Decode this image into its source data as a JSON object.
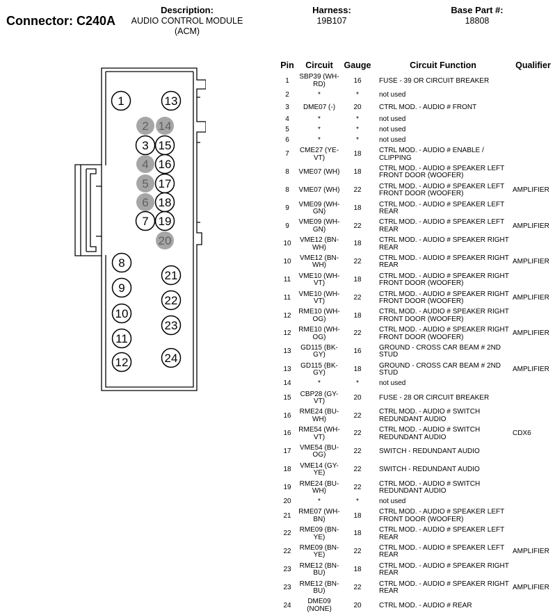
{
  "header": {
    "connector_label": "Connector: C240A",
    "description_label": "Description:",
    "description_value": "AUDIO CONTROL MODULE",
    "description_sub": "(ACM)",
    "harness_label": "Harness:",
    "harness_value": "19B107",
    "base_part_label": "Base Part #:",
    "base_part_value": "18808"
  },
  "connector_pins": [
    {
      "label": "1",
      "filled": false
    },
    {
      "label": "13",
      "filled": false
    },
    {
      "label": "2",
      "filled": true
    },
    {
      "label": "14",
      "filled": true
    },
    {
      "label": "3",
      "filled": false
    },
    {
      "label": "15",
      "filled": false
    },
    {
      "label": "4",
      "filled": true
    },
    {
      "label": "16",
      "filled": false
    },
    {
      "label": "5",
      "filled": true
    },
    {
      "label": "17",
      "filled": false
    },
    {
      "label": "6",
      "filled": true
    },
    {
      "label": "18",
      "filled": false
    },
    {
      "label": "7",
      "filled": false
    },
    {
      "label": "19",
      "filled": false
    },
    {
      "label": "20",
      "filled": true
    },
    {
      "label": "8",
      "filled": false
    },
    {
      "label": "9",
      "filled": false
    },
    {
      "label": "10",
      "filled": false
    },
    {
      "label": "11",
      "filled": false
    },
    {
      "label": "12",
      "filled": false
    },
    {
      "label": "21",
      "filled": false
    },
    {
      "label": "22",
      "filled": false
    },
    {
      "label": "23",
      "filled": false
    },
    {
      "label": "24",
      "filled": false
    }
  ],
  "colors": {
    "filled_pin": "#a6a6a6",
    "outline": "#000000"
  },
  "table": {
    "headers": {
      "pin": "Pin",
      "circuit": "Circuit",
      "gauge": "Gauge",
      "function": "Circuit Function",
      "qualifier": "Qualifier"
    },
    "rows": [
      {
        "pin": "1",
        "circuit": "SBP39 (WH-RD)",
        "gauge": "16",
        "function": "FUSE - 39 OR CIRCUIT BREAKER",
        "qualifier": ""
      },
      {
        "pin": "2",
        "circuit": "*",
        "gauge": "*",
        "function": "not used",
        "qualifier": ""
      },
      {
        "pin": "3",
        "circuit": "DME07 (-)",
        "gauge": "20",
        "function": "CTRL MOD. - AUDIO # FRONT",
        "qualifier": ""
      },
      {
        "pin": "4",
        "circuit": "*",
        "gauge": "*",
        "function": "not used",
        "qualifier": ""
      },
      {
        "pin": "5",
        "circuit": "*",
        "gauge": "*",
        "function": "not used",
        "qualifier": ""
      },
      {
        "pin": "6",
        "circuit": "*",
        "gauge": "*",
        "function": "not used",
        "qualifier": ""
      },
      {
        "pin": "7",
        "circuit": "CME27 (YE-VT)",
        "gauge": "18",
        "function": "CTRL MOD. - AUDIO # ENABLE / CLIPPING",
        "qualifier": ""
      },
      {
        "pin": "8",
        "circuit": "VME07 (WH)",
        "gauge": "18",
        "function": "CTRL MOD. - AUDIO # SPEAKER LEFT FRONT DOOR (WOOFER)",
        "qualifier": ""
      },
      {
        "pin": "8",
        "circuit": "VME07 (WH)",
        "gauge": "22",
        "function": "CTRL MOD. - AUDIO # SPEAKER LEFT FRONT DOOR (WOOFER)",
        "qualifier": "AMPLIFIER"
      },
      {
        "pin": "9",
        "circuit": "VME09 (WH-GN)",
        "gauge": "18",
        "function": "CTRL MOD. - AUDIO # SPEAKER LEFT REAR",
        "qualifier": ""
      },
      {
        "pin": "9",
        "circuit": "VME09 (WH-GN)",
        "gauge": "22",
        "function": "CTRL MOD. - AUDIO # SPEAKER LEFT REAR",
        "qualifier": "AMPLIFIER"
      },
      {
        "pin": "10",
        "circuit": "VME12 (BN-WH)",
        "gauge": "18",
        "function": "CTRL MOD. - AUDIO # SPEAKER RIGHT REAR",
        "qualifier": ""
      },
      {
        "pin": "10",
        "circuit": "VME12 (BN-WH)",
        "gauge": "22",
        "function": "CTRL MOD. - AUDIO # SPEAKER RIGHT REAR",
        "qualifier": "AMPLIFIER"
      },
      {
        "pin": "11",
        "circuit": "VME10 (WH-VT)",
        "gauge": "18",
        "function": "CTRL MOD. - AUDIO # SPEAKER RIGHT FRONT DOOR (WOOFER)",
        "qualifier": ""
      },
      {
        "pin": "11",
        "circuit": "VME10 (WH-VT)",
        "gauge": "22",
        "function": "CTRL MOD. - AUDIO # SPEAKER RIGHT FRONT DOOR (WOOFER)",
        "qualifier": "AMPLIFIER"
      },
      {
        "pin": "12",
        "circuit": "RME10 (WH-OG)",
        "gauge": "18",
        "function": "CTRL MOD. - AUDIO # SPEAKER RIGHT FRONT DOOR (WOOFER)",
        "qualifier": ""
      },
      {
        "pin": "12",
        "circuit": "RME10 (WH-OG)",
        "gauge": "22",
        "function": "CTRL MOD. - AUDIO # SPEAKER RIGHT FRONT DOOR (WOOFER)",
        "qualifier": "AMPLIFIER"
      },
      {
        "pin": "13",
        "circuit": "GD115 (BK-GY)",
        "gauge": "16",
        "function": "GROUND - CROSS CAR BEAM # 2ND STUD",
        "qualifier": ""
      },
      {
        "pin": "13",
        "circuit": "GD115 (BK-GY)",
        "gauge": "18",
        "function": "GROUND - CROSS CAR BEAM # 2ND STUD",
        "qualifier": "AMPLIFIER"
      },
      {
        "pin": "14",
        "circuit": "*",
        "gauge": "*",
        "function": "not used",
        "qualifier": ""
      },
      {
        "pin": "15",
        "circuit": "CBP28 (GY-VT)",
        "gauge": "20",
        "function": "FUSE - 28 OR CIRCUIT BREAKER",
        "qualifier": ""
      },
      {
        "pin": "16",
        "circuit": "RME24 (BU-WH)",
        "gauge": "22",
        "function": "CTRL MOD. - AUDIO # SWITCH REDUNDANT AUDIO",
        "qualifier": ""
      },
      {
        "pin": "16",
        "circuit": "RME54 (WH-VT)",
        "gauge": "22",
        "function": "CTRL MOD. - AUDIO # SWITCH REDUNDANT AUDIO",
        "qualifier": "CDX6"
      },
      {
        "pin": "17",
        "circuit": "VME54 (BU-OG)",
        "gauge": "22",
        "function": "SWITCH - REDUNDANT AUDIO",
        "qualifier": ""
      },
      {
        "pin": "18",
        "circuit": "VME14 (GY-YE)",
        "gauge": "22",
        "function": "SWITCH - REDUNDANT AUDIO",
        "qualifier": ""
      },
      {
        "pin": "19",
        "circuit": "RME24 (BU-WH)",
        "gauge": "22",
        "function": "CTRL MOD. - AUDIO # SWITCH REDUNDANT AUDIO",
        "qualifier": ""
      },
      {
        "pin": "20",
        "circuit": "*",
        "gauge": "*",
        "function": "not used",
        "qualifier": ""
      },
      {
        "pin": "21",
        "circuit": "RME07 (WH-BN)",
        "gauge": "18",
        "function": "CTRL MOD. - AUDIO # SPEAKER LEFT FRONT DOOR (WOOFER)",
        "qualifier": ""
      },
      {
        "pin": "22",
        "circuit": "RME09 (BN-YE)",
        "gauge": "18",
        "function": "CTRL MOD. - AUDIO # SPEAKER LEFT REAR",
        "qualifier": ""
      },
      {
        "pin": "22",
        "circuit": "RME09 (BN-YE)",
        "gauge": "22",
        "function": "CTRL MOD. - AUDIO # SPEAKER LEFT REAR",
        "qualifier": "AMPLIFIER"
      },
      {
        "pin": "23",
        "circuit": "RME12 (BN-BU)",
        "gauge": "18",
        "function": "CTRL MOD. - AUDIO # SPEAKER RIGHT REAR",
        "qualifier": ""
      },
      {
        "pin": "23",
        "circuit": "RME12 (BN-BU)",
        "gauge": "22",
        "function": "CTRL MOD. - AUDIO # SPEAKER RIGHT REAR",
        "qualifier": "AMPLIFIER"
      },
      {
        "pin": "24",
        "circuit": "DME09 (NONE)",
        "gauge": "20",
        "function": "CTRL MOD. - AUDIO # REAR",
        "qualifier": ""
      }
    ]
  }
}
